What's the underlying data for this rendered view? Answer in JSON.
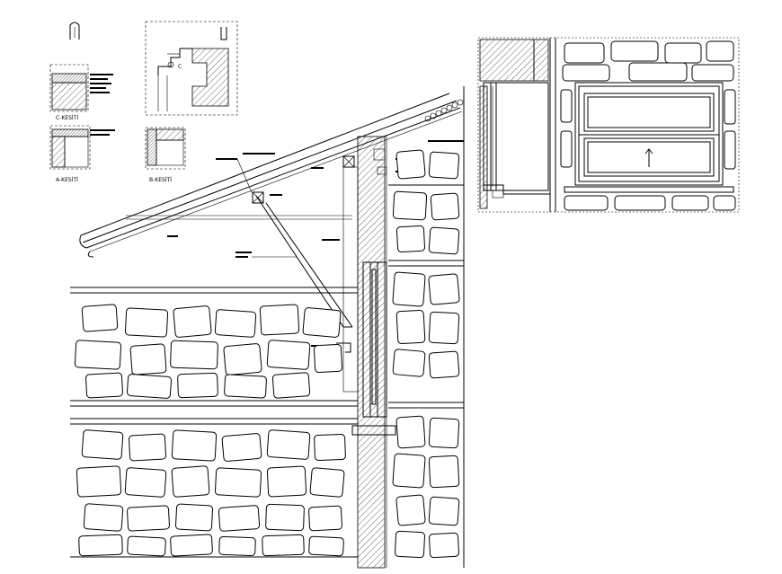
{
  "labels": {
    "detail_a": "A-KESİTİ",
    "detail_b": "B-KESİTİ",
    "detail_c": "C-KESİTİ",
    "ref_c": "C"
  }
}
